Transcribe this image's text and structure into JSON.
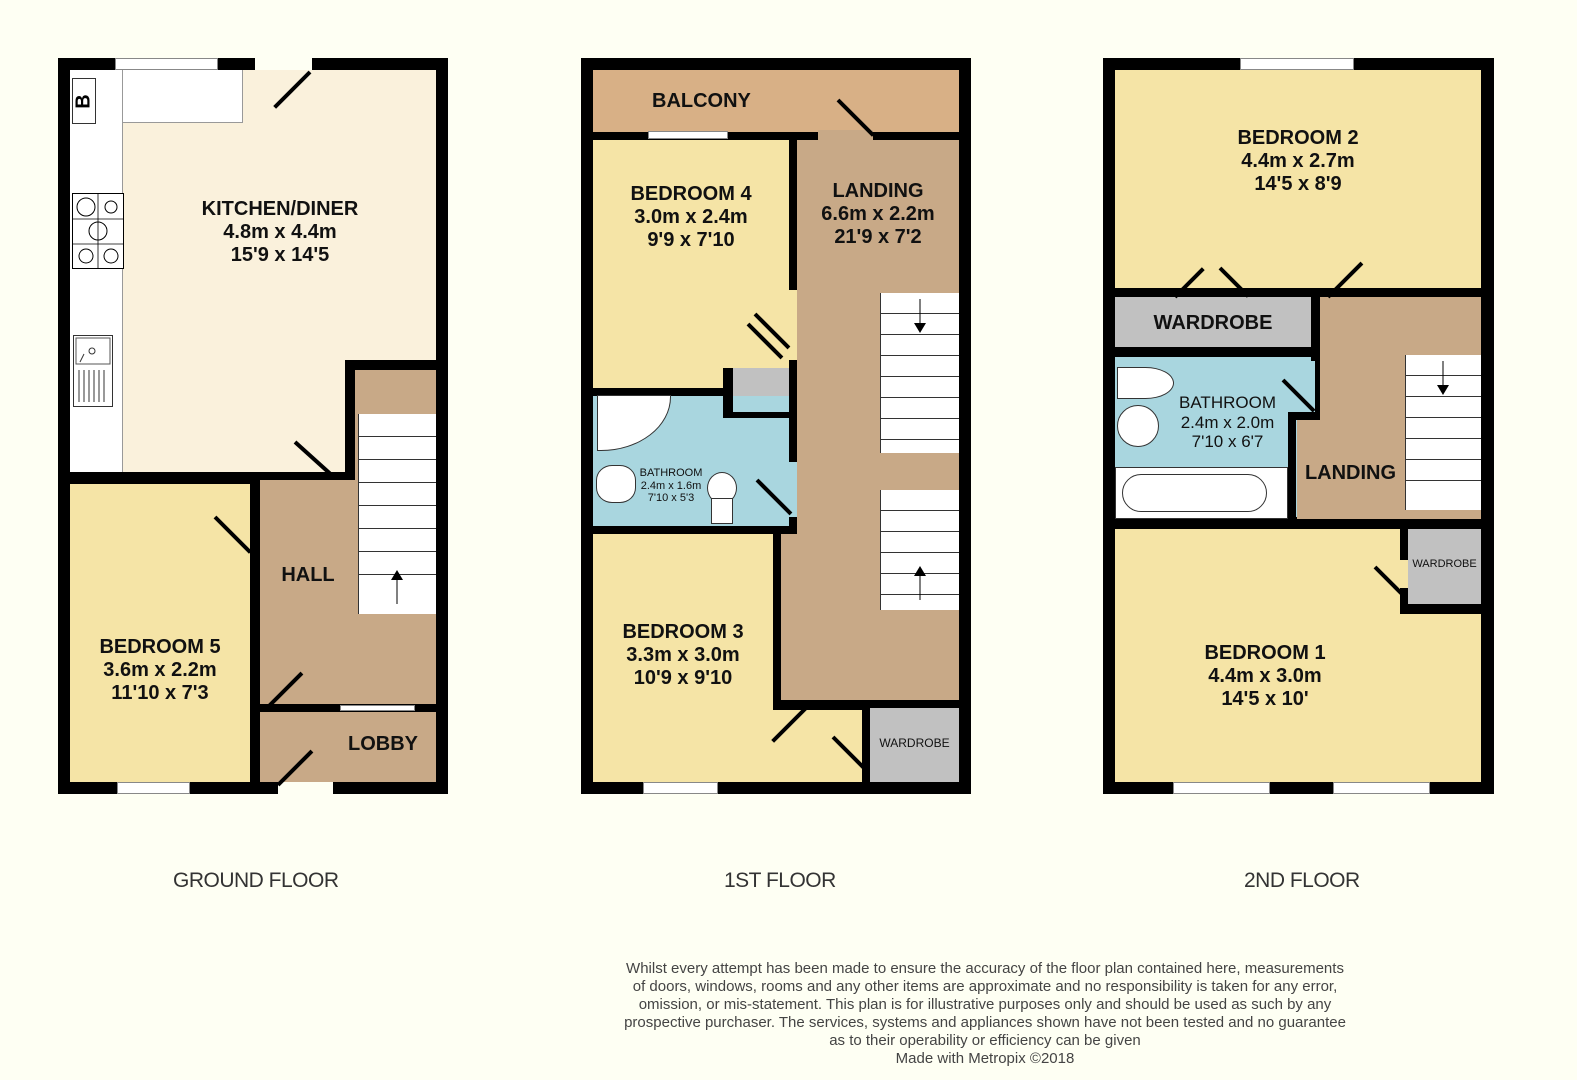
{
  "floors": [
    {
      "title": "GROUND FLOOR",
      "rooms": [
        {
          "name": "KITCHEN/DINER",
          "metric": "4.8m x 4.4m",
          "imperial": "15'9 x 14'5"
        },
        {
          "name": "BEDROOM 5",
          "metric": "3.6m x 2.2m",
          "imperial": "11'10 x 7'3"
        },
        {
          "name": "HALL"
        },
        {
          "name": "LOBBY"
        }
      ],
      "fixtures": {
        "boiler_label": "B"
      }
    },
    {
      "title": "1ST FLOOR",
      "rooms": [
        {
          "name": "BALCONY"
        },
        {
          "name": "BEDROOM 4",
          "metric": "3.0m x 2.4m",
          "imperial": "9'9 x 7'10"
        },
        {
          "name": "LANDING",
          "metric": "6.6m x 2.2m",
          "imperial": "21'9 x 7'2"
        },
        {
          "name": "BATHROOM",
          "metric": "2.4m x 1.6m",
          "imperial": "7'10 x 5'3"
        },
        {
          "name": "BEDROOM 3",
          "metric": "3.3m x 3.0m",
          "imperial": "10'9 x 9'10"
        },
        {
          "name": "WARDROBE"
        }
      ]
    },
    {
      "title": "2ND FLOOR",
      "rooms": [
        {
          "name": "BEDROOM 2",
          "metric": "4.4m x 2.7m",
          "imperial": "14'5 x 8'9"
        },
        {
          "name": "WARDROBE"
        },
        {
          "name": "BATHROOM",
          "metric": "2.4m x 2.0m",
          "imperial": "7'10 x 6'7"
        },
        {
          "name": "LANDING"
        },
        {
          "name": "WARDROBE"
        },
        {
          "name": "BEDROOM 1",
          "metric": "4.4m x 3.0m",
          "imperial": "14'5 x 10'"
        }
      ]
    }
  ],
  "disclaimer": {
    "lines": [
      "Whilst every attempt has been made to ensure the accuracy of the floor plan contained here, measurements",
      "of doors, windows, rooms and any other items are approximate and no responsibility is taken for any error,",
      "omission, or mis-statement. This plan is for illustrative purposes only and should be used as such by any",
      "prospective purchaser. The services, systems and appliances shown have not been tested and no guarantee",
      "as to their operability or efficiency can be given"
    ],
    "credit": "Made with Metropix ©2018"
  },
  "colors": {
    "background": "#fefff3",
    "bedroom": "#f5e4a6",
    "circulation": "#c8a987",
    "kitchen": "#faf1dc",
    "bathroom": "#a9d6df",
    "wardrobe": "#c1c1c1",
    "balcony": "#d8b086",
    "wall": "#000000"
  }
}
